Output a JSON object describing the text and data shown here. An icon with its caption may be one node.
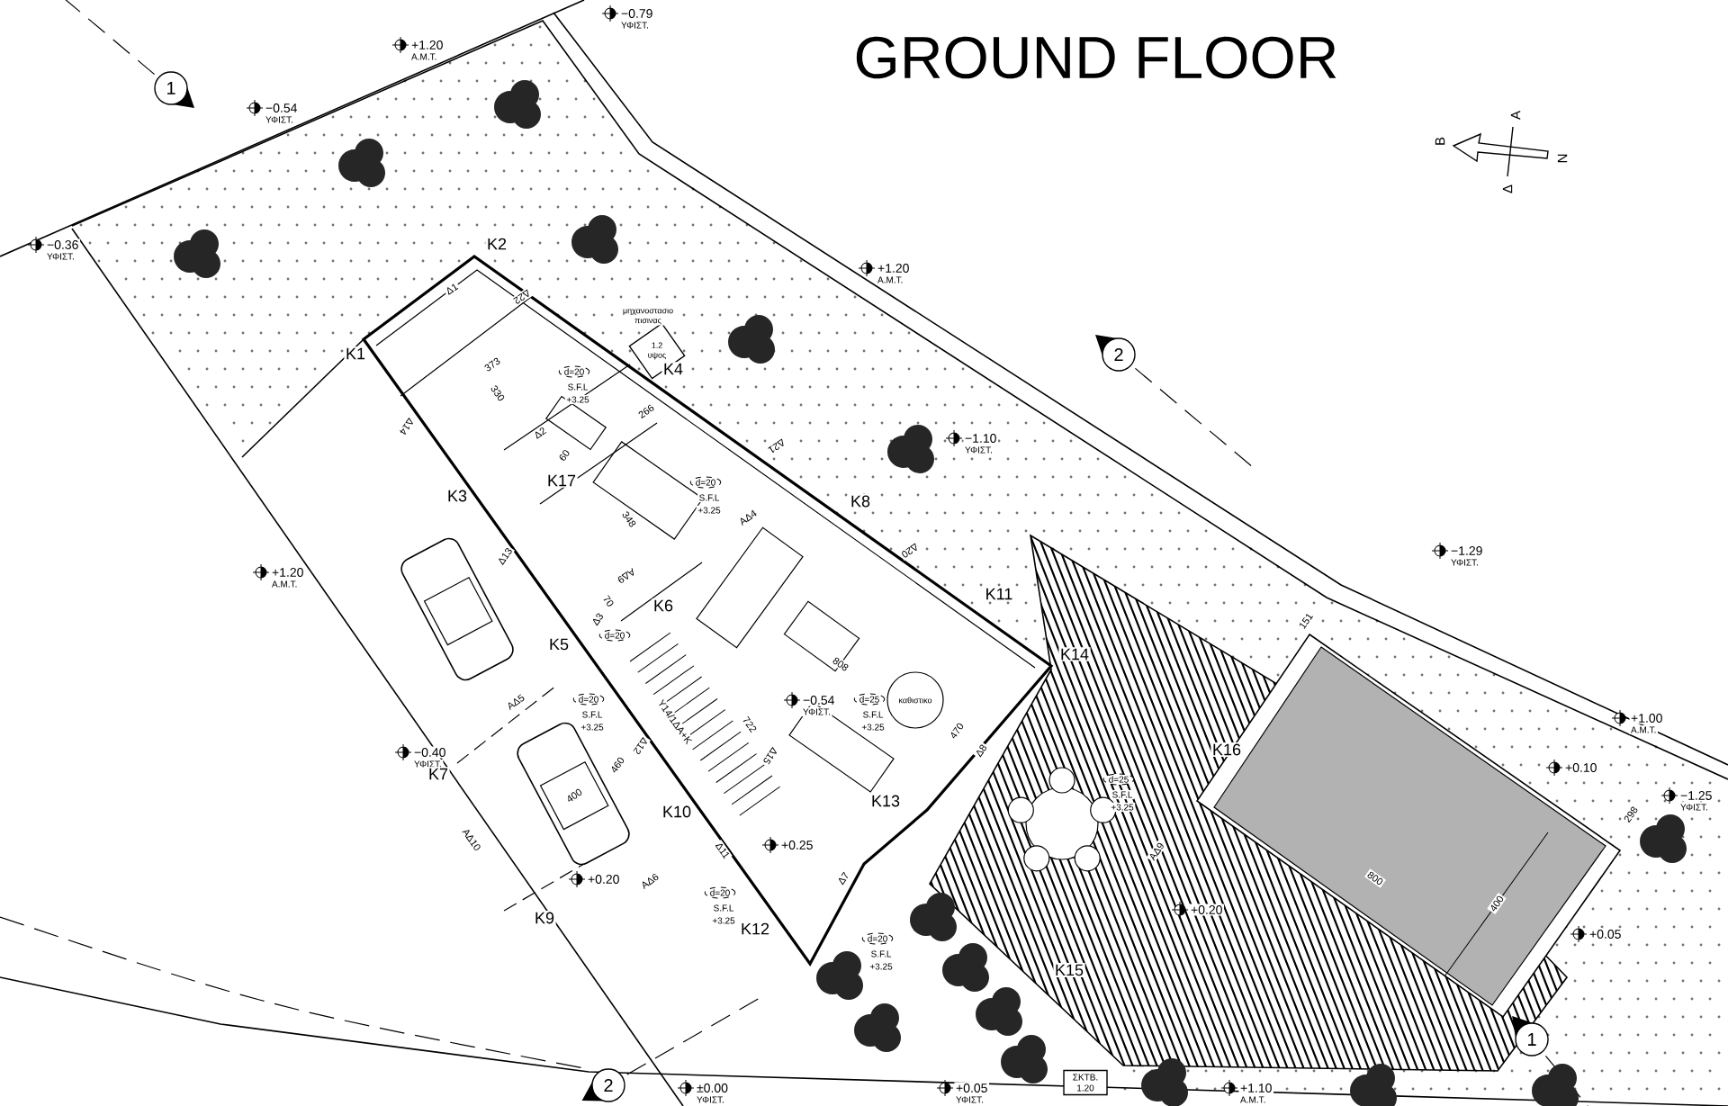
{
  "diagram": {
    "title": "GROUND FLOOR",
    "nodes": [
      {
        "text": [
          "1"
        ]
      },
      {
        "text": [
          "μηχανοστασιο πισινας",
          "1.2 υψος"
        ]
      },
      {
        "text": [
          "2"
        ]
      },
      {
        "text": [
          "d=20"
        ],
        "beside": [
          "S.F.L",
          "+3.25"
        ]
      },
      {
        "text": [
          "d=20"
        ],
        "beside": [
          "S.F.L",
          "+3.25"
        ]
      },
      {
        "text": [
          "d=20"
        ]
      },
      {
        "text": [
          "d=20"
        ],
        "beside": [
          "S.F.L",
          "+3.25"
        ]
      },
      {
        "text": [
          "d=25"
        ],
        "beside": [
          "S.F.L",
          "+3.25"
        ]
      },
      {
        "text": [
          "καθιστικο"
        ]
      },
      {
        "text": [
          "d=25"
        ],
        "beside": [
          "S.F.L",
          "+3.25"
        ]
      },
      {
        "text": [
          "d=20"
        ],
        "beside": [
          "S.F.L",
          "+3.25"
        ]
      },
      {
        "text": [
          "d=20"
        ],
        "beside": [
          "S.F.L",
          "+3.25"
        ]
      },
      {
        "text": [
          "1"
        ]
      },
      {
        "text": [
          "ΣΚΤΒ.",
          "1.20"
        ]
      },
      {
        "text": [
          "2"
        ]
      }
    ],
    "labels": [
      "−0.79",
      "ΥΦΙΣΤ.",
      "+1.20",
      "Α.Μ.Τ.",
      "−0.54",
      "ΥΦΙΣΤ.",
      "Α",
      "Β",
      "Ν",
      "Δ",
      "−0.36",
      "ΥΦΙΣΤ.",
      "K2",
      "+1.20",
      "Α.Μ.Τ.",
      "Δ1",
      "Δ22",
      "K1",
      "373",
      "K4",
      "330",
      "Δ14",
      "266",
      "Δ2",
      "60",
      "Δ21",
      "−1.10",
      "ΥΦΙΣΤ.",
      "K17",
      "K3",
      "348",
      "ΑΔ4",
      "K8",
      "Δ13",
      "Δ20",
      "−1.29",
      "ΥΦΙΣΤ.",
      "+1.20",
      "Α.Μ.Τ.",
      "ΑΔ9",
      "70",
      "K6",
      "K11",
      "Δ3",
      "151",
      "K5",
      "808",
      "K14",
      "ΑΔ5",
      "Υ14/1ΔΑ+Κ",
      "722",
      "−0.54",
      "ΥΦΙΣΤ.",
      "+1.00",
      "Α.Μ.Τ.",
      "−0.40",
      "ΥΦΙΣΤ.",
      "K7",
      "460",
      "Δ12",
      "Δ15",
      "470",
      "Δ8",
      "K16",
      "+0.10",
      "400",
      "K10",
      "K13",
      "298",
      "−1.25",
      "ΥΦΙΣΤ.",
      "ΑΔ10",
      "Δ11",
      "+0.25",
      "ΑΔ9",
      "+0.20",
      "ΑΔ6",
      "Δ7",
      "800",
      "K9",
      "K12",
      "+0.20",
      "400",
      "+0.05",
      "K15",
      "±0.00",
      "+0.05",
      "+1.10",
      "ΥΦΙΣΤ.",
      "ΥΦΙΣΤ.",
      "Α.Μ.Τ."
    ]
  }
}
